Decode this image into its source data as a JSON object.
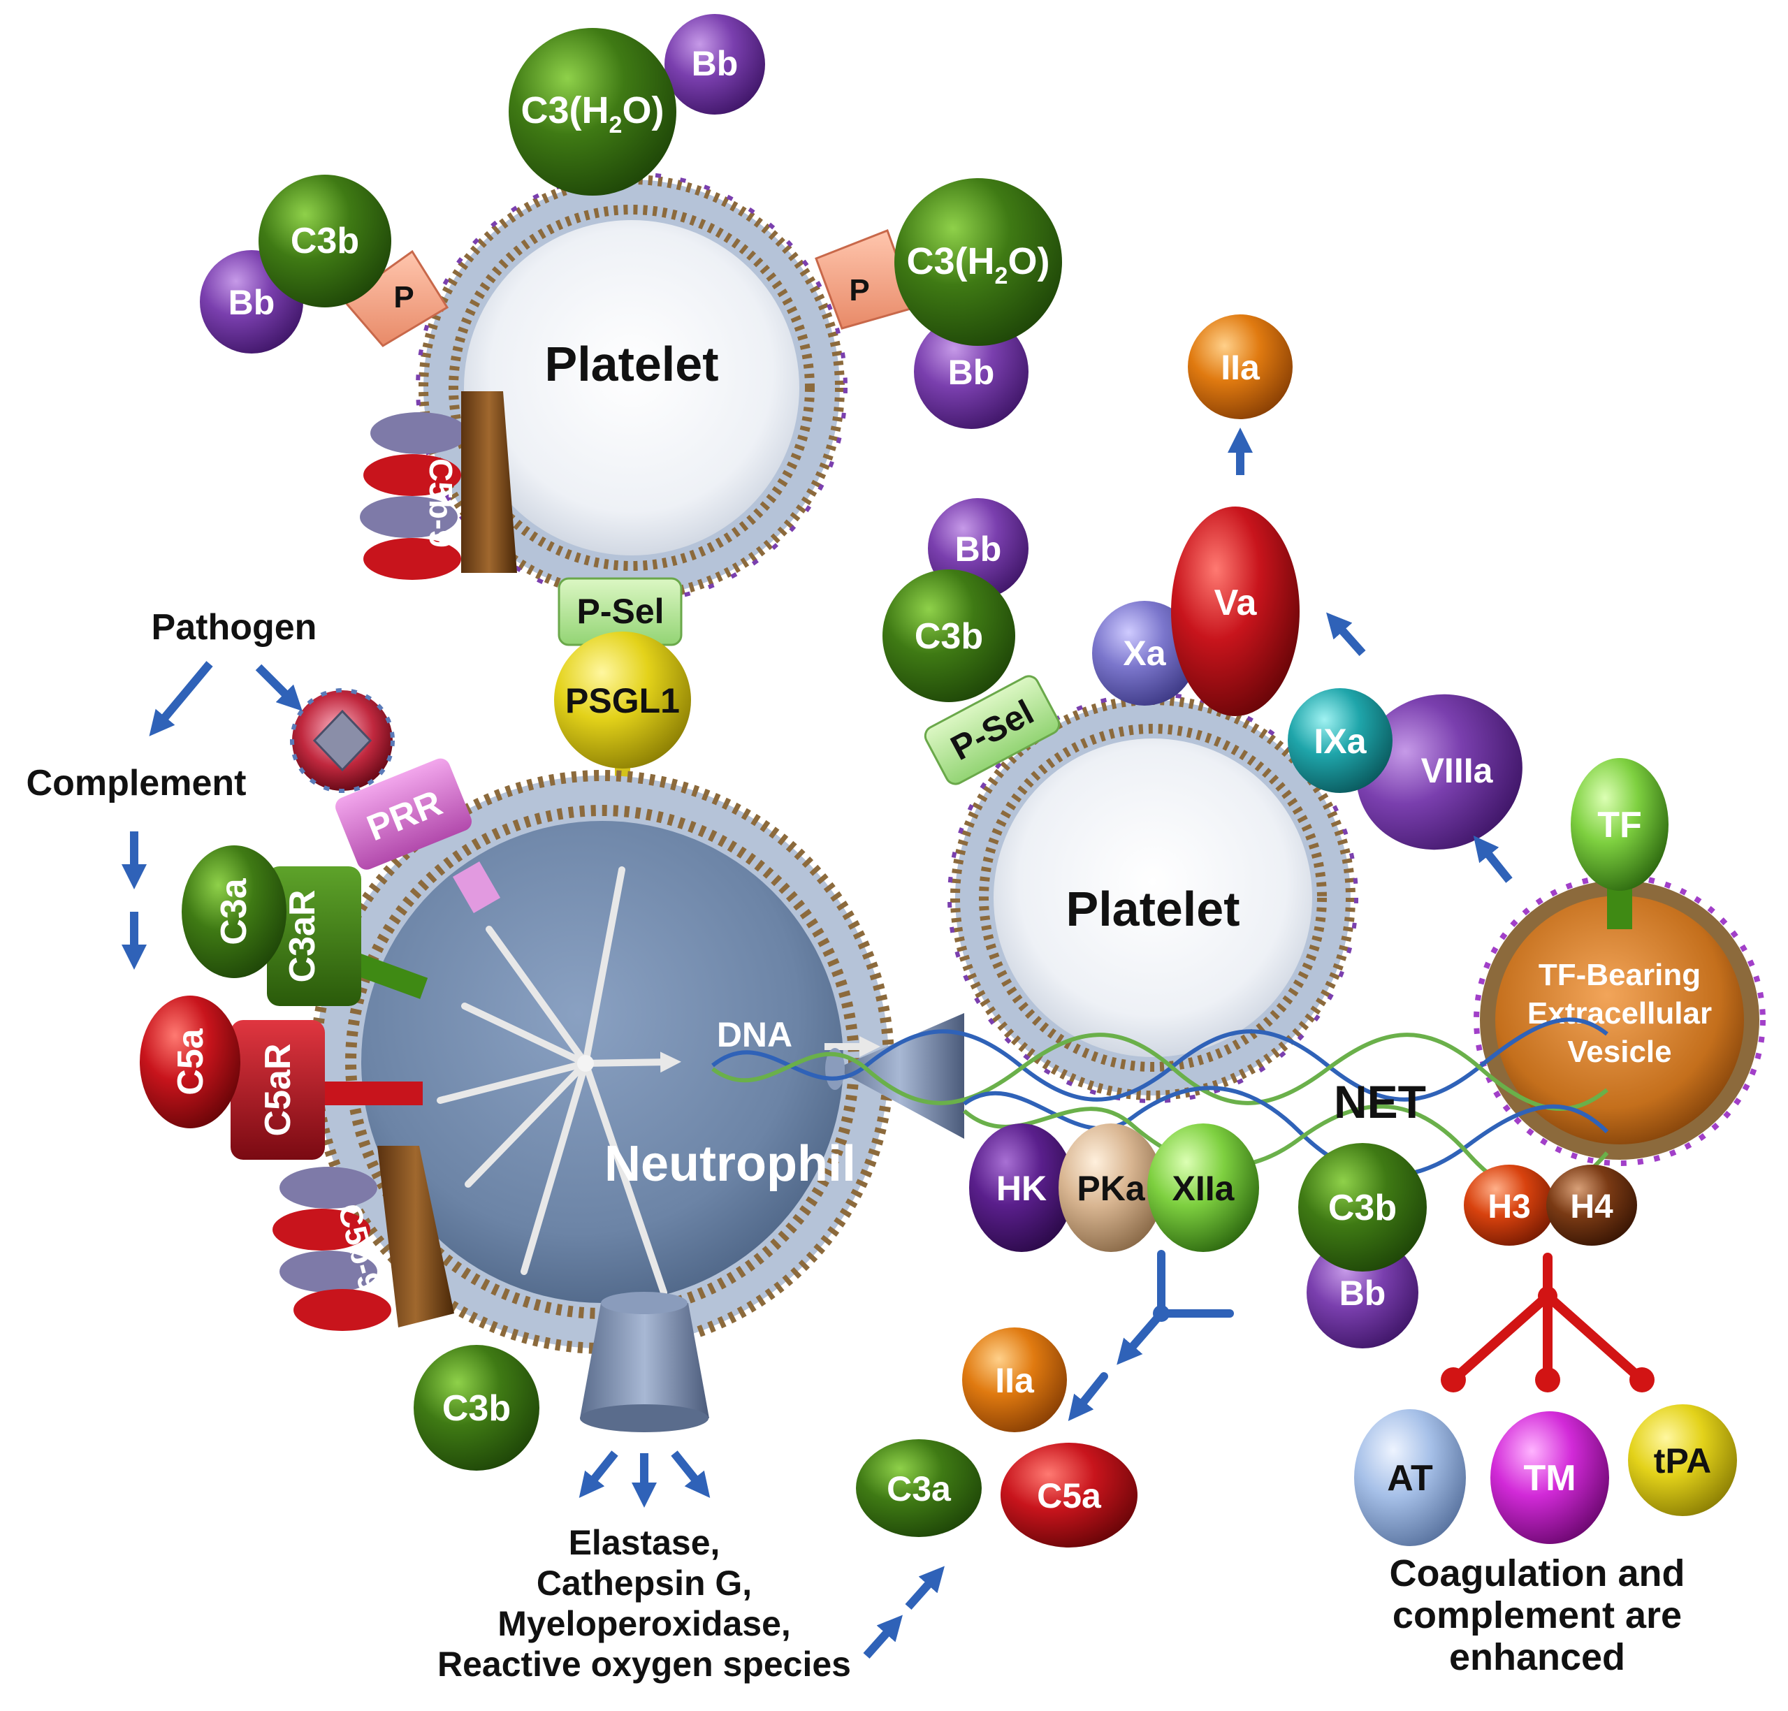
{
  "labels": {
    "platelet_top": "Platelet",
    "platelet_right": "Platelet",
    "neutrophil": "Neutrophil",
    "dna": "DNA",
    "net": "NET",
    "pathogen": "Pathogen",
    "complement": "Complement",
    "prr": "PRR",
    "p_sel": "P-Sel",
    "psgl1": "PSGL1",
    "p": "P",
    "c3b": "C3b",
    "bb": "Bb",
    "c3h2o_main": "C3(H",
    "c3h2o_sub": "2",
    "c3h2o_end": "O)",
    "c5b9": "C5b-9",
    "c3a": "C3a",
    "c3ar": "C3aR",
    "c5a": "C5a",
    "c5ar": "C5aR",
    "iia": "IIa",
    "va": "Va",
    "xa": "Xa",
    "ixa": "IXa",
    "viiia": "VIIIa",
    "tf": "TF",
    "tf_vesicle": [
      "TF-Bearing",
      "Extracellular",
      "Vesicle"
    ],
    "hk": "HK",
    "pka": "PKa",
    "xiia": "XIIa",
    "h3": "H3",
    "h4": "H4",
    "at": "AT",
    "tm": "TM",
    "tpa": "tPA",
    "effectors": [
      "Elastase,",
      "Cathepsin G,",
      "Myeloperoxidase,",
      "Reactive oxygen species"
    ],
    "enhanced": [
      "Coagulation and",
      "complement  are",
      "enhanced"
    ]
  },
  "colors": {
    "green": "#3f7a14",
    "purple": "#7a3fae",
    "red": "#c8141c",
    "orange": "#e07a10",
    "yellow": "#e3d21a",
    "membrane": "#8c6a3c",
    "platelet_fill": "#e9edf3",
    "neutrophil_fill": "#6c84a6",
    "arrow": "#2f62b8"
  }
}
